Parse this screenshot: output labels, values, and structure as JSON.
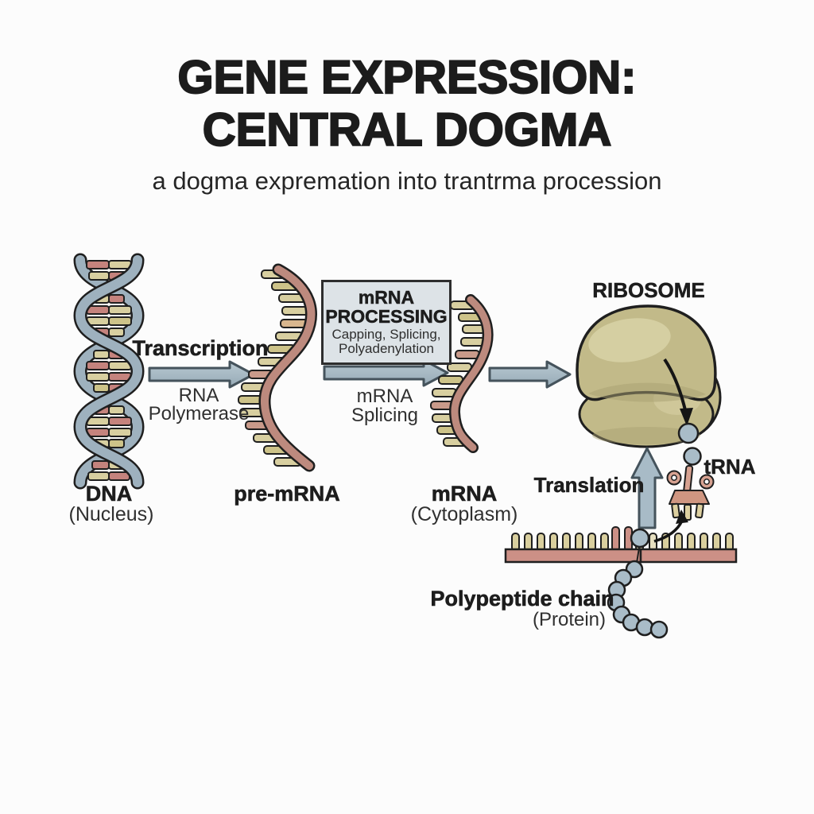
{
  "title": {
    "line1": "GENE EXPRESSION:",
    "line2": "CENTRAL DOGMA",
    "subtitle": "a dogma expremation into trantrma procession"
  },
  "diagram": {
    "dna": {
      "label": "DNA",
      "location": "(Nucleus)"
    },
    "transcription": {
      "label": "Transcription",
      "enzyme_line1": "RNA",
      "enzyme_line2": "Polymerase"
    },
    "pre_mrna": {
      "label": "pre-mRNA"
    },
    "processing_box": {
      "line1": "mRNA",
      "line2": "PROCESSING",
      "line3": "Capping, Splicing,",
      "line4": "Polyadenylation"
    },
    "splicing": {
      "line1": "mRNA",
      "line2": "Splicing"
    },
    "mrna": {
      "label": "mRNA",
      "location": "(Cytoplasm)"
    },
    "ribosome": {
      "label": "RIBOSOME"
    },
    "translation": {
      "label": "Translation"
    },
    "trna": {
      "label": "tRNA"
    },
    "polypeptide": {
      "label": "Polypeptide chain",
      "sublabel": "(Protein)"
    }
  },
  "colors": {
    "background": "#fcfcfc",
    "text": "#1d1d1d",
    "outline": "#1f1f1f",
    "arrow_fill": "#a8bbc7",
    "arrow_outline": "#45535c",
    "dna_strand_blue": "#9eb1be",
    "rna_strand_pink": "#bd8a7e",
    "rung_pink": "#c5837d",
    "rung_tan": "#d8cfa0",
    "rung_khaki": "#cdc389",
    "processing_box_fill": "#dde3e7",
    "ribosome_olive": "#c2ba89",
    "ribosome_highlight": "#d7d1a5",
    "ribosome_shade": "#a8a072",
    "amino_acid_blue": "#a9bcc8",
    "trna_pink": "#d7a291"
  }
}
